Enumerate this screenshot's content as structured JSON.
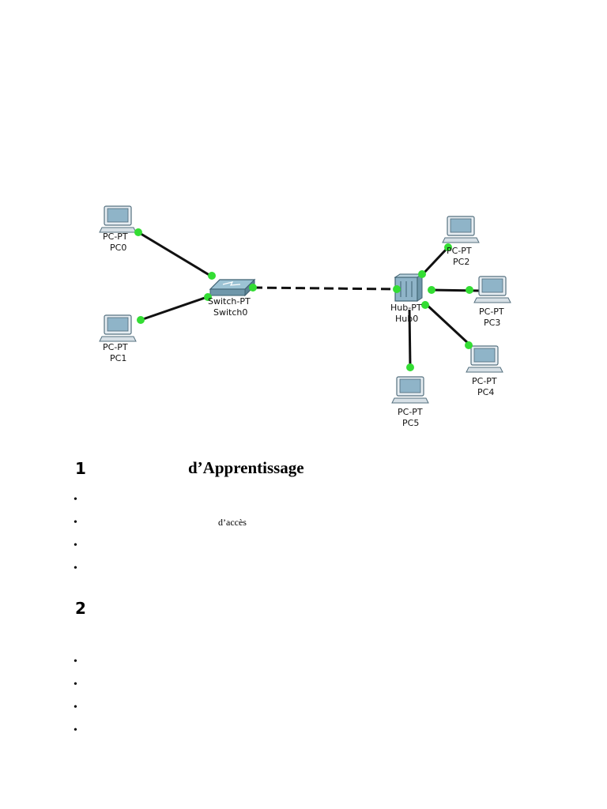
{
  "diagram": {
    "devices": [
      {
        "id": "pc0",
        "type": "PC-PT",
        "name": "PC0"
      },
      {
        "id": "pc1",
        "type": "PC-PT",
        "name": "PC1"
      },
      {
        "id": "switch0",
        "type": "Switch-PT",
        "name": "Switch0"
      },
      {
        "id": "hub0",
        "type": "Hub-PT",
        "name": "Hub0"
      },
      {
        "id": "pc2",
        "type": "PC-PT",
        "name": "PC2"
      },
      {
        "id": "pc3",
        "type": "PC-PT",
        "name": "PC3"
      },
      {
        "id": "pc4",
        "type": "PC-PT",
        "name": "PC4"
      },
      {
        "id": "pc5",
        "type": "PC-PT",
        "name": "PC5"
      }
    ],
    "colors": {
      "link": "#111111",
      "port": "#33dd33",
      "device": "#8fb4c8"
    }
  },
  "sections": [
    {
      "number": "1",
      "title": "d’Apprentissage",
      "bullets": [
        "",
        "d’accès",
        "",
        ""
      ]
    },
    {
      "number": "2",
      "title": "",
      "bullets": [
        "",
        "",
        "",
        ""
      ]
    }
  ],
  "bullet_char": "•"
}
